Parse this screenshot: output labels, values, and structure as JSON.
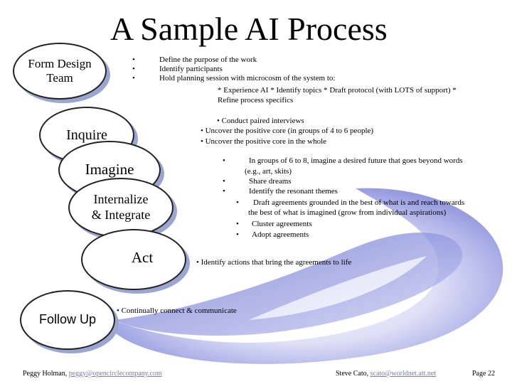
{
  "title": "A Sample AI Process",
  "steps": [
    {
      "label_lines": [
        "Form Design",
        "Team"
      ]
    },
    {
      "label": "Inquire"
    },
    {
      "label": "Imagine"
    },
    {
      "label_lines": [
        "Internalize",
        "& Integrate"
      ]
    },
    {
      "label": "Act"
    },
    {
      "label": "Follow Up"
    }
  ],
  "design_bullets": [
    "Define the purpose of the work",
    "Identify participants",
    "Hold planning session with microcosm of the system to:"
  ],
  "design_sub_line1": "* Experience AI  * Identify topics  * Draft protocol (with LOTS of support)  *",
  "design_sub_line2": "Refine process specifics",
  "inquire_bullets": [
    "Conduct paired interviews",
    "Uncover the positive core (in groups of 4 to 6 people)",
    "Uncover the positive core in the whole"
  ],
  "imagine_bullet1_line1": "In groups of 6 to 8, imagine a desired future that goes beyond words",
  "imagine_bullet1_line2": "(e.g., art, skits)",
  "imagine_bullets_rest": [
    "Share dreams",
    "Identify the resonant themes"
  ],
  "integrate_bullet1_line1": "Draft agreements grounded in the best of what is and reach towards",
  "integrate_bullet1_line2": "the best of what is imagined  (grow from individual aspirations)",
  "integrate_bullets_rest": [
    "Cluster agreements",
    "Adopt agreements"
  ],
  "act_bullet": "Identify actions that bring the agreements to life",
  "followup_bullet": "Continually connect & communicate",
  "footer": {
    "left_name": "Peggy Holman,",
    "left_email": "peggy@opencirclecompany.com",
    "right_name": "Steve Cato,",
    "right_email": "scato@worldnet.att.net",
    "page": "Page 22"
  },
  "colors": {
    "swirl": "#7c82d8",
    "swirl_light": "#c9cdf2",
    "shadow": "#9aa6cf",
    "link": "#7a7aa8"
  }
}
